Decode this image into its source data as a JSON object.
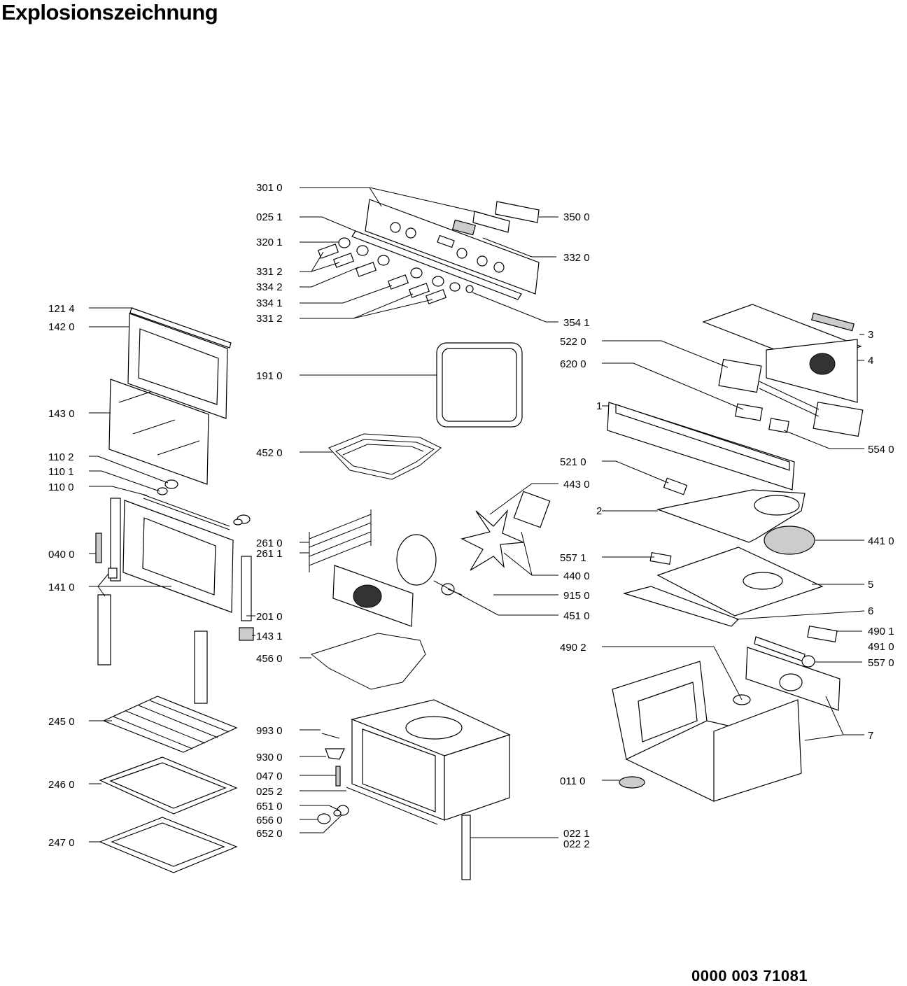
{
  "title": "Explosionszeichnung",
  "document_number": "0000 003 71081",
  "part_labels": {
    "p3010": "301 0",
    "p0251": "025 1",
    "p3201": "320 1",
    "p3312a": "331 2",
    "p3342": "334 2",
    "p3341": "334 1",
    "p3312b": "331 2",
    "p3500": "350 0",
    "p3320": "332 0",
    "p3541": "354 1",
    "p1214": "121 4",
    "p1420": "142 0",
    "p1430": "143 0",
    "p1102": "110 2",
    "p1101": "110 1",
    "p1100": "110 0",
    "p0400": "040 0",
    "p1410": "141 0",
    "p1910": "191 0",
    "p4520": "452 0",
    "p2610": "261 0",
    "p2611": "261 1",
    "p2010": "201 0",
    "p1431": "143 1",
    "p4560": "456 0",
    "p2450": "245 0",
    "p2460": "246 0",
    "p2470": "247 0",
    "p9930": "993 0",
    "p9300": "930 0",
    "p0470": "047 0",
    "p0252": "025 2",
    "p6510": "651 0",
    "p6560": "656 0",
    "p6520": "652 0",
    "p0221": "022 1",
    "p0222": "022 2",
    "p5220": "522 0",
    "p6200": "620 0",
    "p5540": "554 0",
    "p5210": "521 0",
    "p4430": "443 0",
    "p4410": "441 0",
    "p5571": "557 1",
    "p4400": "440 0",
    "p9150": "915 0",
    "p4510": "451 0",
    "p4901": "490 1",
    "p4910": "491 0",
    "p5570": "557 0",
    "p4902": "490 2",
    "p0110": "011 0",
    "n3": "3",
    "n4": "4",
    "n1": "1",
    "n2": "2",
    "n5": "5",
    "n6": "6",
    "n7": "7"
  }
}
